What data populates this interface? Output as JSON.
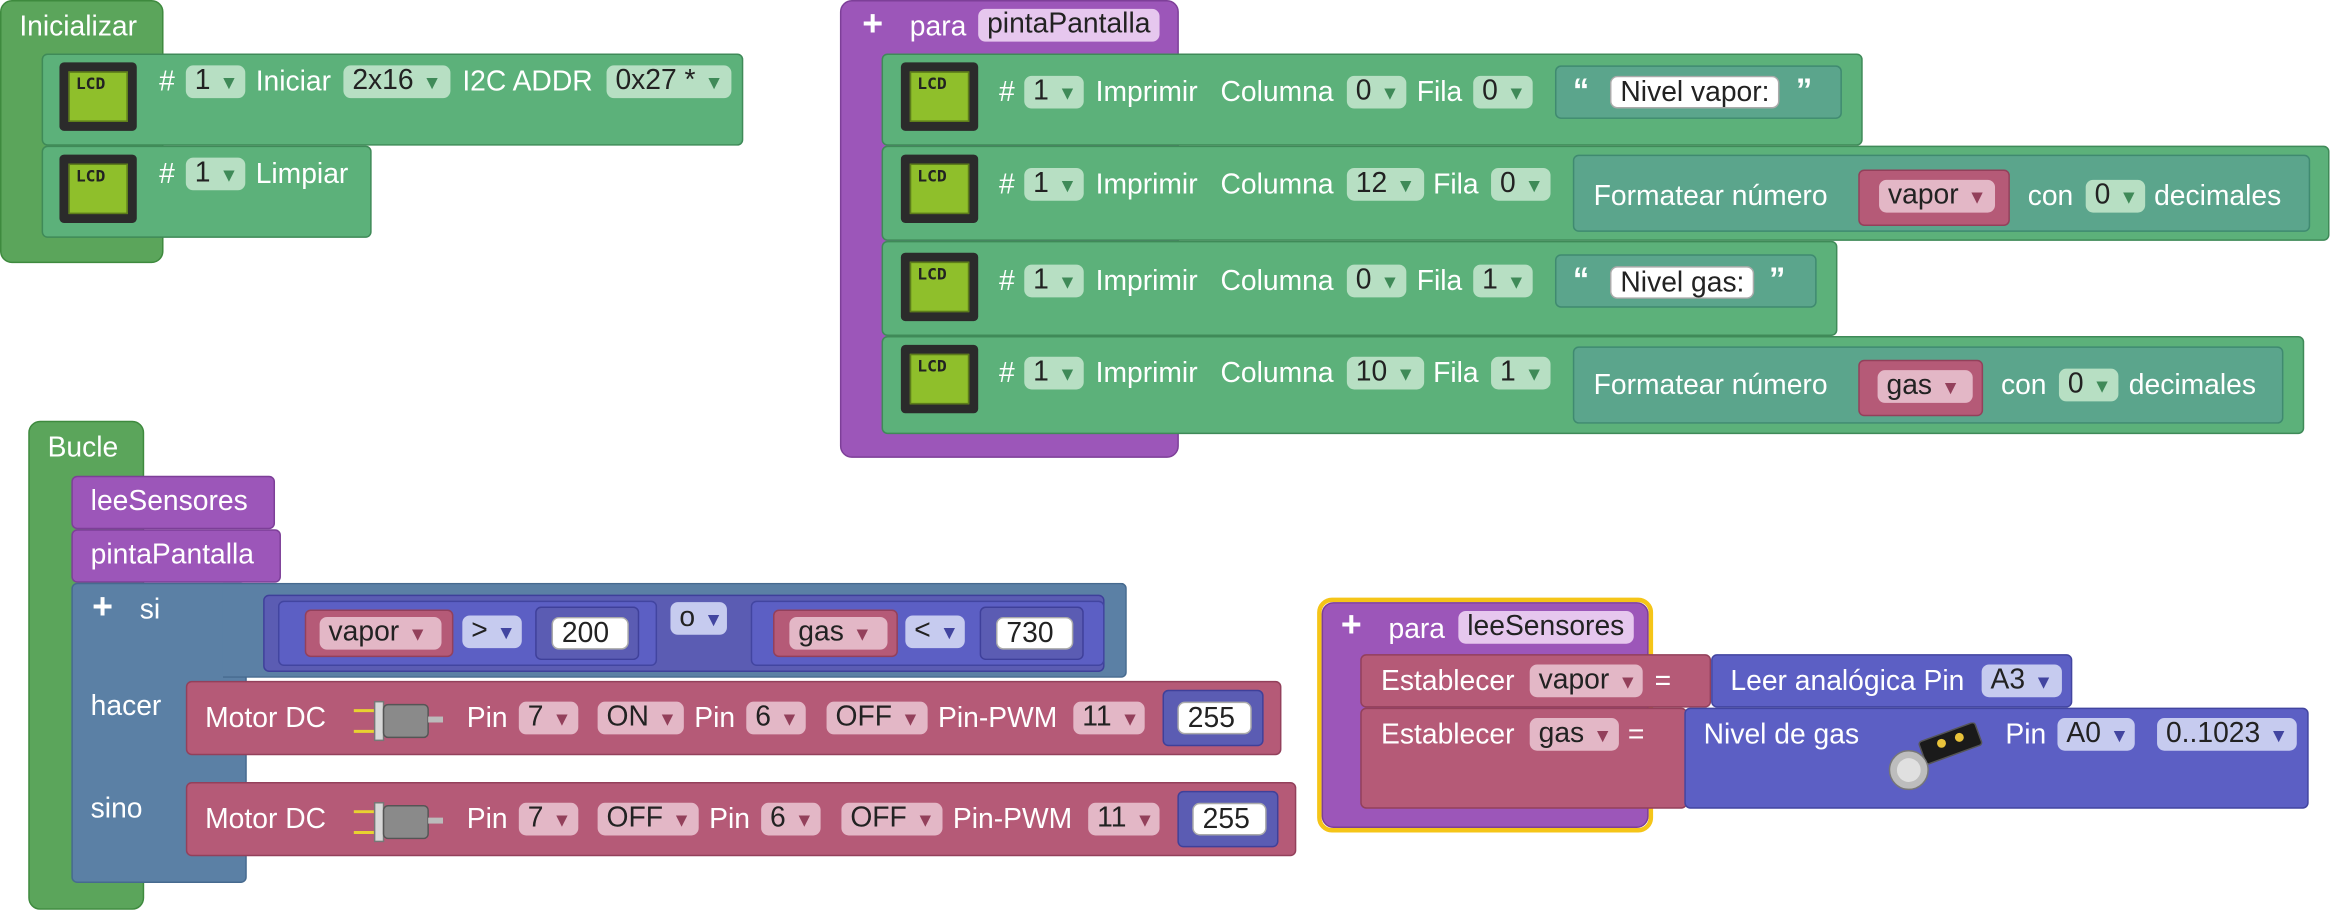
{
  "init": {
    "title": "Inicializar",
    "row1": {
      "hash": "#",
      "num": "1",
      "action": "Iniciar",
      "size": "2x16",
      "addr_label": "I2C ADDR",
      "addr": "0x27 *"
    },
    "row2": {
      "hash": "#",
      "num": "1",
      "action": "Limpiar"
    },
    "lcd_label": "LCD"
  },
  "pinta": {
    "prefix": "para",
    "name": "pintaPantalla",
    "rows": [
      {
        "hash": "#",
        "num": "1",
        "action": "Imprimir",
        "col_label": "Columna",
        "col": "0",
        "row_label": "Fila",
        "row": "0",
        "text": "Nivel vapor:"
      },
      {
        "hash": "#",
        "num": "1",
        "action": "Imprimir",
        "col_label": "Columna",
        "col": "12",
        "row_label": "Fila",
        "row": "0",
        "format": "Formatear número",
        "var": "vapor",
        "con": "con",
        "dec": "0",
        "dec_label": "decimales"
      },
      {
        "hash": "#",
        "num": "1",
        "action": "Imprimir",
        "col_label": "Columna",
        "col": "0",
        "row_label": "Fila",
        "row": "1",
        "text": "Nivel gas:"
      },
      {
        "hash": "#",
        "num": "1",
        "action": "Imprimir",
        "col_label": "Columna",
        "col": "10",
        "row_label": "Fila",
        "row": "1",
        "format": "Formatear número",
        "var": "gas",
        "con": "con",
        "dec": "0",
        "dec_label": "decimales"
      }
    ]
  },
  "loop": {
    "title": "Bucle",
    "call1": "leeSensores",
    "call2": "pintaPantalla",
    "si": "si",
    "hacer": "hacer",
    "sino": "sino",
    "cond": {
      "left_var": "vapor",
      "op1": ">",
      "val1": "200",
      "logic": "o",
      "right_var": "gas",
      "op2": "<",
      "val2": "730"
    },
    "motor1": {
      "label": "Motor DC",
      "pin_label": "Pin",
      "pin1": "7",
      "state1": "ON",
      "pin2_label": "Pin",
      "pin2": "6",
      "state2": "OFF",
      "pwm_label": "Pin-PWM",
      "pwm": "11",
      "speed": "255"
    },
    "motor2": {
      "label": "Motor DC",
      "pin_label": "Pin",
      "pin1": "7",
      "state1": "OFF",
      "pin2_label": "Pin",
      "pin2": "6",
      "state2": "OFF",
      "pwm_label": "Pin-PWM",
      "pwm": "11",
      "speed": "255"
    }
  },
  "lee": {
    "prefix": "para",
    "name": "leeSensores",
    "set1": {
      "label": "Establecer",
      "var": "vapor",
      "eq": "=",
      "read": "Leer analógica Pin",
      "pin": "A3"
    },
    "set2": {
      "label": "Establecer",
      "var": "gas",
      "eq": "=",
      "read": "Nivel de gas",
      "pin_label": "Pin",
      "pin": "A0",
      "range": "0..1023"
    }
  },
  "colors": {
    "green": "#5ba55b",
    "lcd_green": "#5cb17a",
    "purple": "#9c56b9",
    "blue": "#5b80a5",
    "maroon": "#b55a77",
    "indigo": "#5c5fc4",
    "teal": "#5ba58c",
    "highlight": "#f5c518"
  }
}
